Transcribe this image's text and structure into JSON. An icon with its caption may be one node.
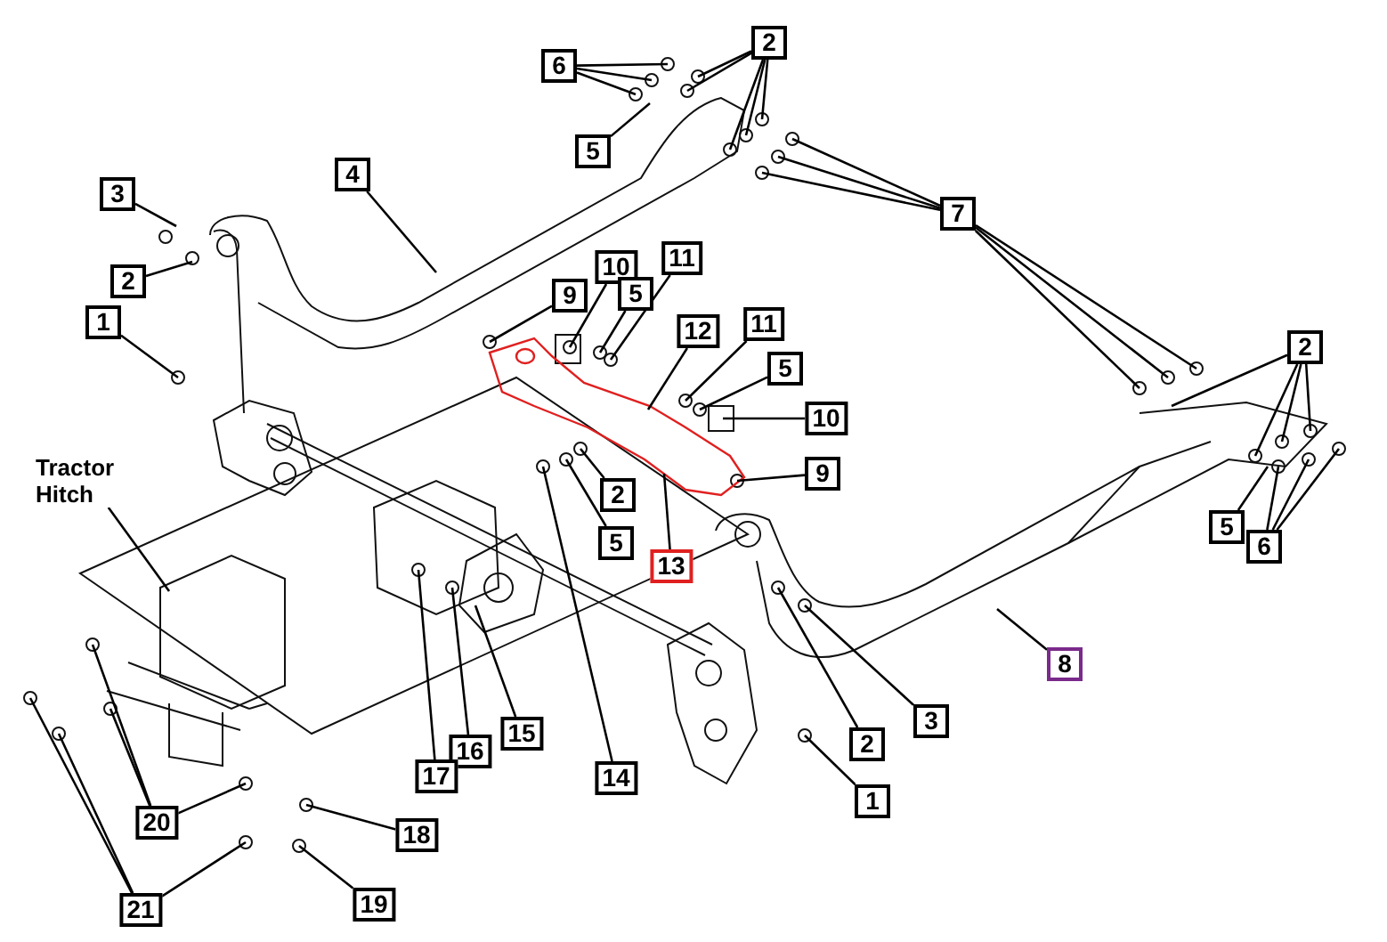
{
  "diagram": {
    "nodes": [
      {
        "text": [
          "6"
        ]
      },
      {
        "text": [
          "2"
        ]
      },
      {
        "text": [
          "5"
        ]
      },
      {
        "text": [
          "3"
        ]
      },
      {
        "text": [
          "2"
        ]
      },
      {
        "text": [
          "4"
        ]
      },
      {
        "text": [
          "1"
        ]
      },
      {
        "text": [
          "9"
        ]
      },
      {
        "text": [
          "10"
        ]
      },
      {
        "text": [
          "5"
        ]
      },
      {
        "text": [
          "11"
        ]
      },
      {
        "text": [
          "12"
        ]
      },
      {
        "text": [
          "11"
        ]
      },
      {
        "text": [
          "5"
        ]
      },
      {
        "text": [
          "10"
        ]
      },
      {
        "text": [
          "9"
        ]
      },
      {
        "text": [
          "2"
        ]
      },
      {
        "text": [
          "5"
        ]
      },
      {
        "text": [
          "13"
        ]
      },
      {
        "text": [
          "14"
        ]
      },
      {
        "text": [
          "15"
        ]
      },
      {
        "text": [
          "16"
        ]
      },
      {
        "text": [
          "17"
        ]
      },
      {
        "text": [
          "Tractor Hitch"
        ]
      },
      {
        "text": [
          "20"
        ]
      },
      {
        "text": [
          "21"
        ]
      },
      {
        "text": [
          "18"
        ]
      },
      {
        "text": [
          "19"
        ]
      },
      {
        "text": [
          "7"
        ]
      },
      {
        "text": [
          "2"
        ]
      },
      {
        "text": [
          "5"
        ]
      },
      {
        "text": [
          "6"
        ]
      },
      {
        "text": [
          "8"
        ]
      },
      {
        "text": [
          "3"
        ]
      },
      {
        "text": [
          "2"
        ]
      },
      {
        "text": [
          "1"
        ]
      }
    ],
    "edges": [
      {
        "from": 0,
        "to": null,
        "arrow": "none"
      },
      {
        "from": 0,
        "to": null,
        "arrow": "none"
      },
      {
        "from": 0,
        "to": null,
        "arrow": "none"
      },
      {
        "from": 1,
        "to": null,
        "arrow": "none"
      },
      {
        "from": 1,
        "to": null,
        "arrow": "none"
      },
      {
        "from": 1,
        "to": null,
        "arrow": "none"
      },
      {
        "from": 1,
        "to": null,
        "arrow": "none"
      },
      {
        "from": 1,
        "to": null,
        "arrow": "none"
      },
      {
        "from": 2,
        "to": null,
        "arrow": "none"
      },
      {
        "from": 3,
        "to": null,
        "arrow": "none"
      },
      {
        "from": 4,
        "to": null,
        "arrow": "none"
      },
      {
        "from": 5,
        "to": null,
        "arrow": "none"
      },
      {
        "from": 6,
        "to": null,
        "arrow": "none"
      },
      {
        "from": 7,
        "to": null,
        "arrow": "none"
      },
      {
        "from": 8,
        "to": null,
        "arrow": "none"
      },
      {
        "from": 9,
        "to": null,
        "arrow": "none"
      },
      {
        "from": 10,
        "to": null,
        "arrow": "none"
      },
      {
        "from": 11,
        "to": null,
        "arrow": "none"
      },
      {
        "from": 12,
        "to": null,
        "arrow": "none"
      },
      {
        "from": 13,
        "to": null,
        "arrow": "none"
      },
      {
        "from": 14,
        "to": null,
        "arrow": "none"
      },
      {
        "from": 15,
        "to": null,
        "arrow": "none"
      },
      {
        "from": 16,
        "to": null,
        "arrow": "none"
      },
      {
        "from": 17,
        "to": null,
        "arrow": "none"
      },
      {
        "from": 18,
        "to": null,
        "arrow": "none"
      },
      {
        "from": 19,
        "to": null,
        "arrow": "none"
      },
      {
        "from": 20,
        "to": null,
        "arrow": "none"
      },
      {
        "from": 21,
        "to": null,
        "arrow": "none"
      },
      {
        "from": 22,
        "to": null,
        "arrow": "none"
      },
      {
        "from": 23,
        "to": null,
        "arrow": "none"
      },
      {
        "from": 24,
        "to": null,
        "arrow": "none"
      },
      {
        "from": 24,
        "to": null,
        "arrow": "none"
      },
      {
        "from": 24,
        "to": null,
        "arrow": "none"
      },
      {
        "from": 25,
        "to": null,
        "arrow": "none"
      },
      {
        "from": 25,
        "to": null,
        "arrow": "none"
      },
      {
        "from": 25,
        "to": null,
        "arrow": "none"
      },
      {
        "from": 26,
        "to": null,
        "arrow": "none"
      },
      {
        "from": 27,
        "to": null,
        "arrow": "none"
      },
      {
        "from": 28,
        "to": null,
        "arrow": "none"
      },
      {
        "from": 28,
        "to": null,
        "arrow": "none"
      },
      {
        "from": 28,
        "to": null,
        "arrow": "none"
      },
      {
        "from": 28,
        "to": null,
        "arrow": "none"
      },
      {
        "from": 28,
        "to": null,
        "arrow": "none"
      },
      {
        "from": 28,
        "to": null,
        "arrow": "none"
      },
      {
        "from": 29,
        "to": null,
        "arrow": "none"
      },
      {
        "from": 29,
        "to": null,
        "arrow": "none"
      },
      {
        "from": 29,
        "to": null,
        "arrow": "none"
      },
      {
        "from": 29,
        "to": null,
        "arrow": "none"
      },
      {
        "from": 30,
        "to": null,
        "arrow": "none"
      },
      {
        "from": 31,
        "to": null,
        "arrow": "none"
      },
      {
        "from": 31,
        "to": null,
        "arrow": "none"
      },
      {
        "from": 31,
        "to": null,
        "arrow": "none"
      },
      {
        "from": 32,
        "to": null,
        "arrow": "none"
      },
      {
        "from": 33,
        "to": null,
        "arrow": "none"
      },
      {
        "from": 34,
        "to": null,
        "arrow": "none"
      },
      {
        "from": 35,
        "to": null,
        "arrow": "none"
      }
    ]
  }
}
